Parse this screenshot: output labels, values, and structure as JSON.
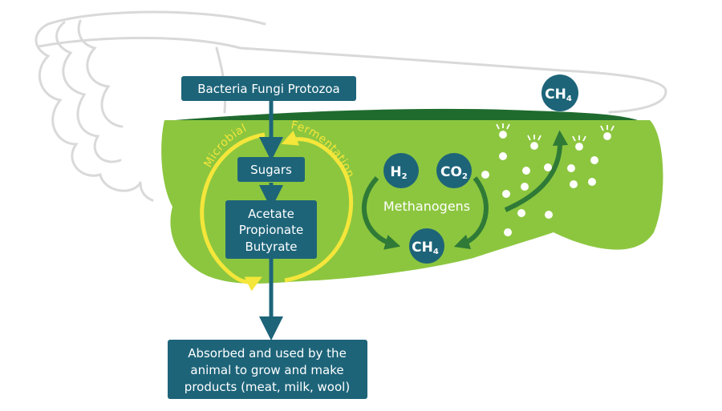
{
  "colors": {
    "teal": "#1d6479",
    "stomach_green": "#8cc63f",
    "dark_green": "#1f6b2e",
    "arrow_green": "#2f7a36",
    "yellow": "#f4e63a",
    "outline_gray": "#d9d9d9"
  },
  "boxes": {
    "microbes": "Bacteria Fungi Protozoa",
    "sugars": "Sugars",
    "vfa": [
      "Acetate",
      "Propionate",
      "Butyrate"
    ],
    "absorbed": [
      "Absorbed and used by the",
      "animal to grow and make",
      "products (meat, milk, wool)"
    ]
  },
  "cycle_labels": {
    "left": "Microbial",
    "right": "Fermentation"
  },
  "gases": {
    "h2": {
      "base": "H",
      "sub": "2"
    },
    "co2": {
      "base": "CO",
      "sub": "2"
    },
    "ch4_product": {
      "base": "CH",
      "sub": "4"
    },
    "ch4_emitted": {
      "base": "CH",
      "sub": "4"
    }
  },
  "methanogens_label": "Methanogens",
  "icons": [
    "intestine-outline",
    "rumen-body",
    "gas-bubble-icon",
    "burp-icon"
  ]
}
